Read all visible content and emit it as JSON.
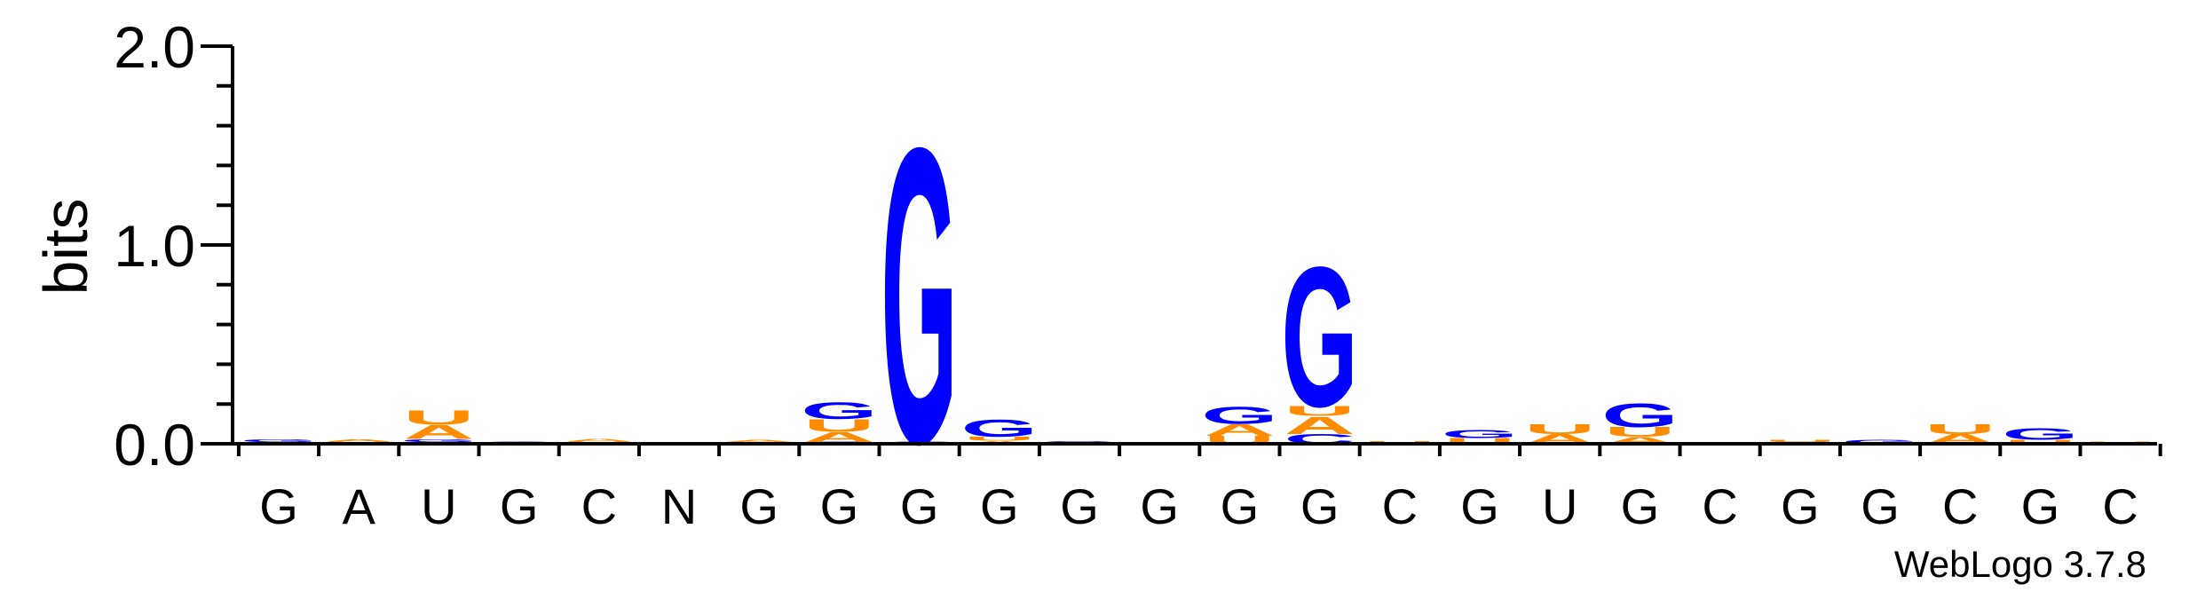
{
  "chart_data": {
    "type": "sequence-logo",
    "ylabel": "bits",
    "ylim": [
      0,
      2.0
    ],
    "yticks": [
      "0.0",
      "1.0",
      "2.0"
    ],
    "yminor": [
      0.2,
      0.4,
      0.6,
      0.8,
      1.2,
      1.4,
      1.6,
      1.8
    ],
    "categories": [
      "G",
      "A",
      "U",
      "G",
      "C",
      "N",
      "G",
      "G",
      "G",
      "G",
      "G",
      "G",
      "G",
      "G",
      "C",
      "G",
      "U",
      "G",
      "C",
      "G",
      "G",
      "C",
      "G",
      "C"
    ],
    "colors": {
      "G": "#0000ff",
      "A": "#ff8c00",
      "U": "#ff8c00",
      "C": "#0000ff"
    },
    "stacks": [
      [
        {
          "letter": "C",
          "bits": 0.01
        },
        {
          "letter": "G",
          "bits": 0.015
        }
      ],
      [
        {
          "letter": "U",
          "bits": 0.012
        },
        {
          "letter": "A",
          "bits": 0.012
        }
      ],
      [
        {
          "letter": "C",
          "bits": 0.01
        },
        {
          "letter": "G",
          "bits": 0.015
        },
        {
          "letter": "A",
          "bits": 0.07
        },
        {
          "letter": "U",
          "bits": 0.075
        }
      ],
      [
        {
          "letter": "G",
          "bits": 0.012
        }
      ],
      [
        {
          "letter": "U",
          "bits": 0.012
        },
        {
          "letter": "A",
          "bits": 0.015
        }
      ],
      [],
      [
        {
          "letter": "U",
          "bits": 0.01
        },
        {
          "letter": "A",
          "bits": 0.01
        }
      ],
      [
        {
          "letter": "C",
          "bits": 0.01
        },
        {
          "letter": "A",
          "bits": 0.05
        },
        {
          "letter": "U",
          "bits": 0.065
        },
        {
          "letter": "G",
          "bits": 0.085
        }
      ],
      [
        {
          "letter": "C",
          "bits": 0.01
        },
        {
          "letter": "G",
          "bits": 1.52
        }
      ],
      [
        {
          "letter": "A",
          "bits": 0.015
        },
        {
          "letter": "U",
          "bits": 0.02
        },
        {
          "letter": "G",
          "bits": 0.09
        }
      ],
      [
        {
          "letter": "G",
          "bits": 0.015
        }
      ],
      [],
      [
        {
          "letter": "U",
          "bits": 0.04
        },
        {
          "letter": "A",
          "bits": 0.06
        },
        {
          "letter": "G",
          "bits": 0.09
        }
      ],
      [
        {
          "letter": "C",
          "bits": 0.05
        },
        {
          "letter": "A",
          "bits": 0.09
        },
        {
          "letter": "U",
          "bits": 0.05
        },
        {
          "letter": "G",
          "bits": 0.72
        }
      ],
      [
        {
          "letter": "U",
          "bits": 0.015
        }
      ],
      [
        {
          "letter": "U",
          "bits": 0.03
        },
        {
          "letter": "G",
          "bits": 0.04
        }
      ],
      [
        {
          "letter": "A",
          "bits": 0.05
        },
        {
          "letter": "U",
          "bits": 0.05
        }
      ],
      [
        {
          "letter": "A",
          "bits": 0.035
        },
        {
          "letter": "U",
          "bits": 0.05
        },
        {
          "letter": "G",
          "bits": 0.12
        }
      ],
      [],
      [
        {
          "letter": "C",
          "bits": 0.01
        },
        {
          "letter": "U",
          "bits": 0.012
        }
      ],
      [
        {
          "letter": "G",
          "bits": 0.02
        }
      ],
      [
        {
          "letter": "A",
          "bits": 0.05
        },
        {
          "letter": "U",
          "bits": 0.05
        }
      ],
      [
        {
          "letter": "U",
          "bits": 0.02
        },
        {
          "letter": "G",
          "bits": 0.06
        }
      ],
      [
        {
          "letter": "U",
          "bits": 0.012
        }
      ]
    ]
  },
  "footer": {
    "credit": "WebLogo 3.7.8"
  }
}
